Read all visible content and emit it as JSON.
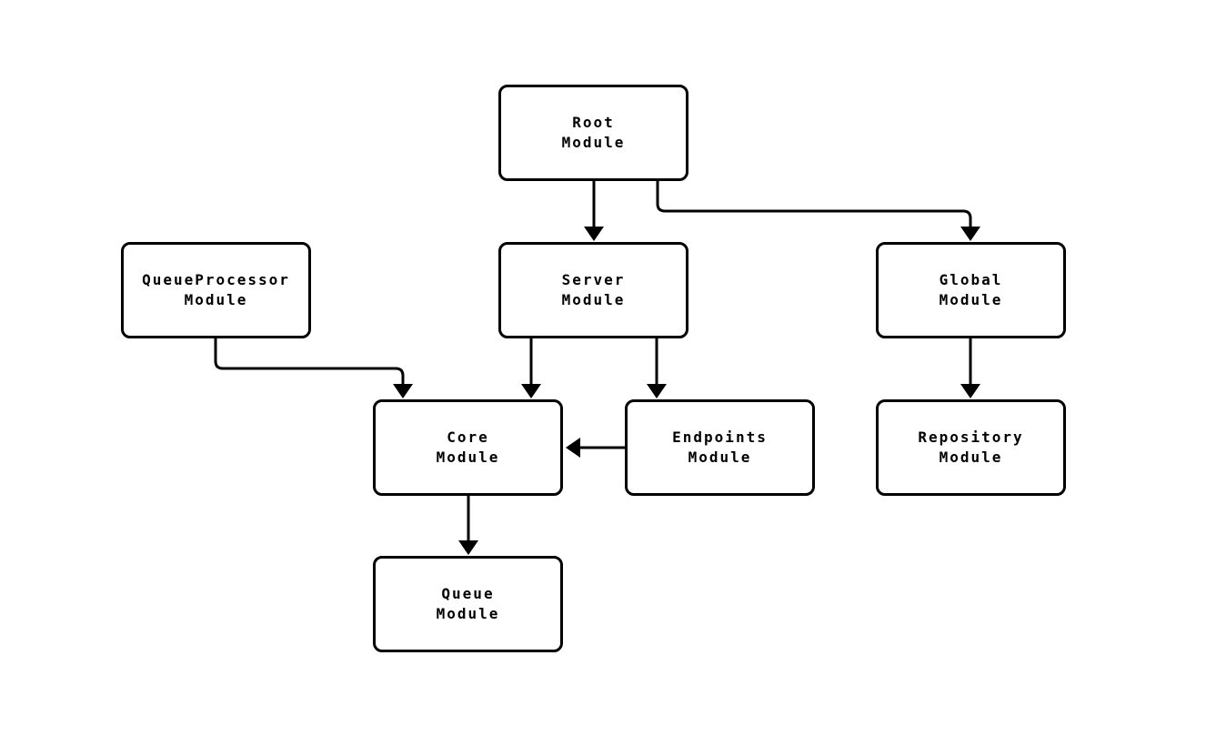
{
  "diagram": {
    "type": "module-dependency-graph",
    "background_color": "#ffffff",
    "node_fill_color": "#ffffff",
    "node_border_color": "#000000",
    "edge_color": "#000000",
    "text_color": "#000000",
    "nodes": [
      {
        "id": "root",
        "line1": "Root",
        "line2": "Module"
      },
      {
        "id": "queueprocessor",
        "line1": "QueueProcessor",
        "line2": "Module"
      },
      {
        "id": "server",
        "line1": "Server",
        "line2": "Module"
      },
      {
        "id": "global",
        "line1": "Global",
        "line2": "Module"
      },
      {
        "id": "core",
        "line1": "Core",
        "line2": "Module"
      },
      {
        "id": "endpoints",
        "line1": "Endpoints",
        "line2": "Module"
      },
      {
        "id": "repository",
        "line1": "Repository",
        "line2": "Module"
      },
      {
        "id": "queue",
        "line1": "Queue",
        "line2": "Module"
      }
    ],
    "edges": [
      {
        "from": "root",
        "to": "server"
      },
      {
        "from": "root",
        "to": "global"
      },
      {
        "from": "queueprocessor",
        "to": "core"
      },
      {
        "from": "server",
        "to": "core"
      },
      {
        "from": "server",
        "to": "endpoints"
      },
      {
        "from": "endpoints",
        "to": "core"
      },
      {
        "from": "global",
        "to": "repository"
      },
      {
        "from": "core",
        "to": "queue"
      }
    ]
  }
}
